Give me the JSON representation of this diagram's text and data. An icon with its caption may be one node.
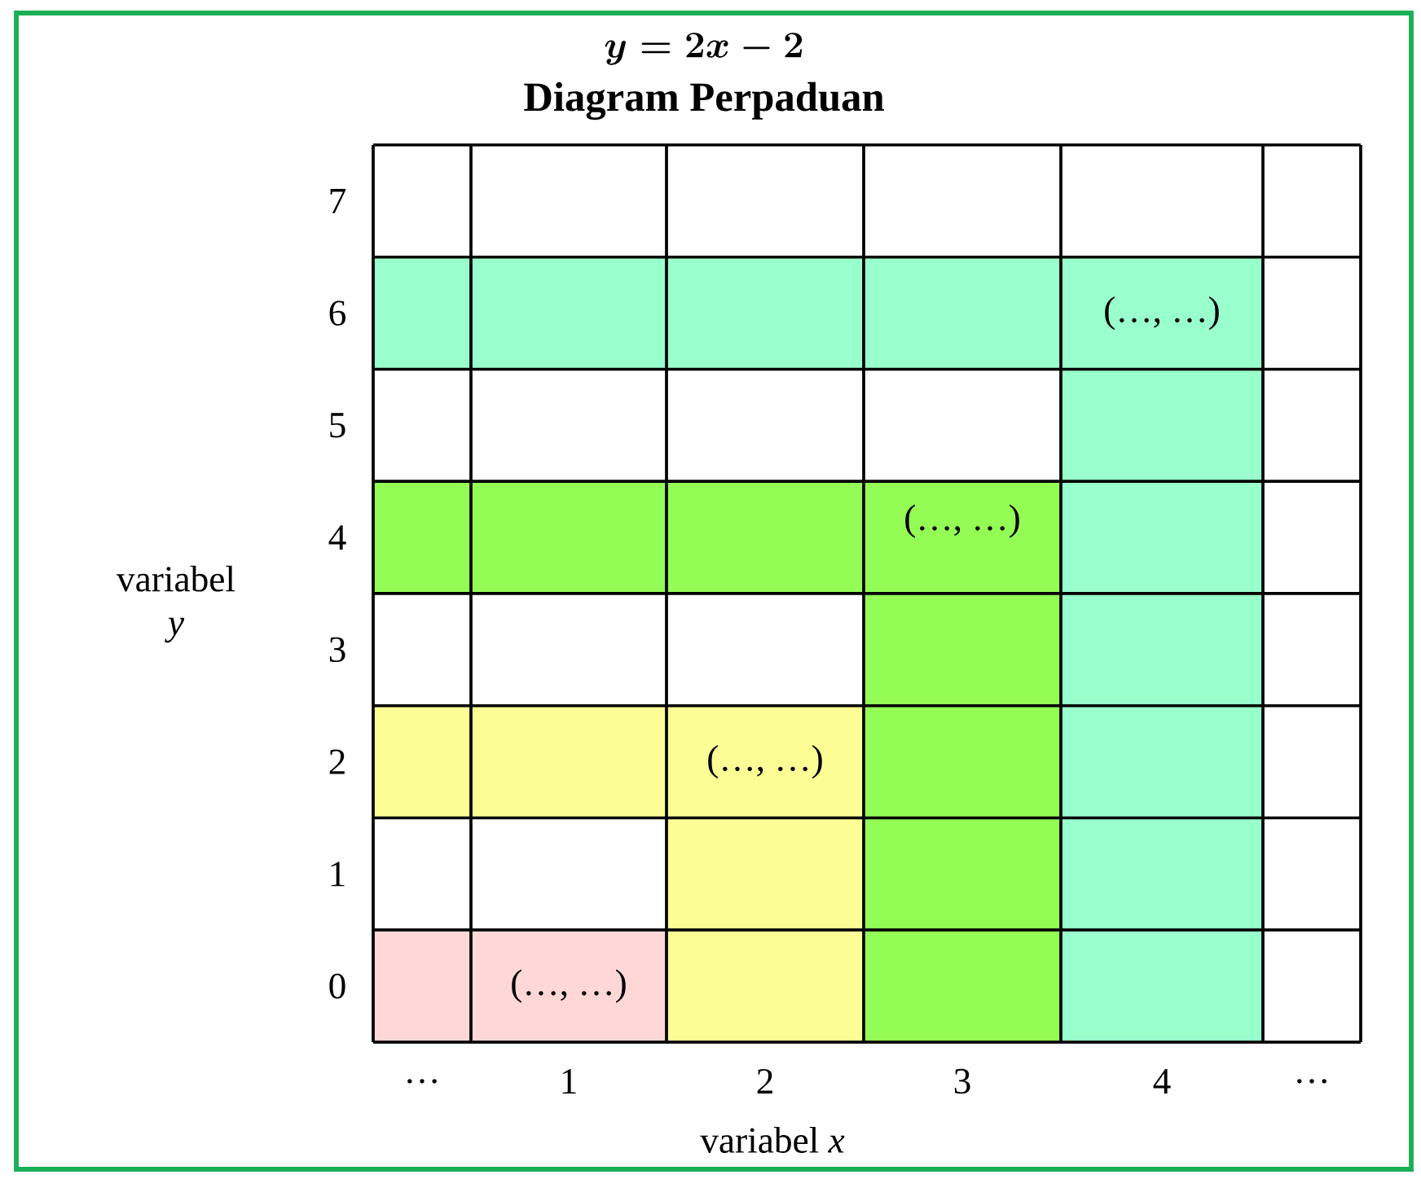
{
  "diagram": {
    "title": "Diagram Perpaduan",
    "labels": [
      "y = 2x - 2",
      "7",
      "6",
      "(…, …)",
      "5",
      "4",
      "(…, …)",
      "variabel *y*",
      "3",
      "2",
      "(…, …)",
      "1",
      "0",
      "(…, …)",
      "…",
      "1",
      "2",
      "3",
      "4",
      "…",
      "variabel  *x*"
    ]
  }
}
